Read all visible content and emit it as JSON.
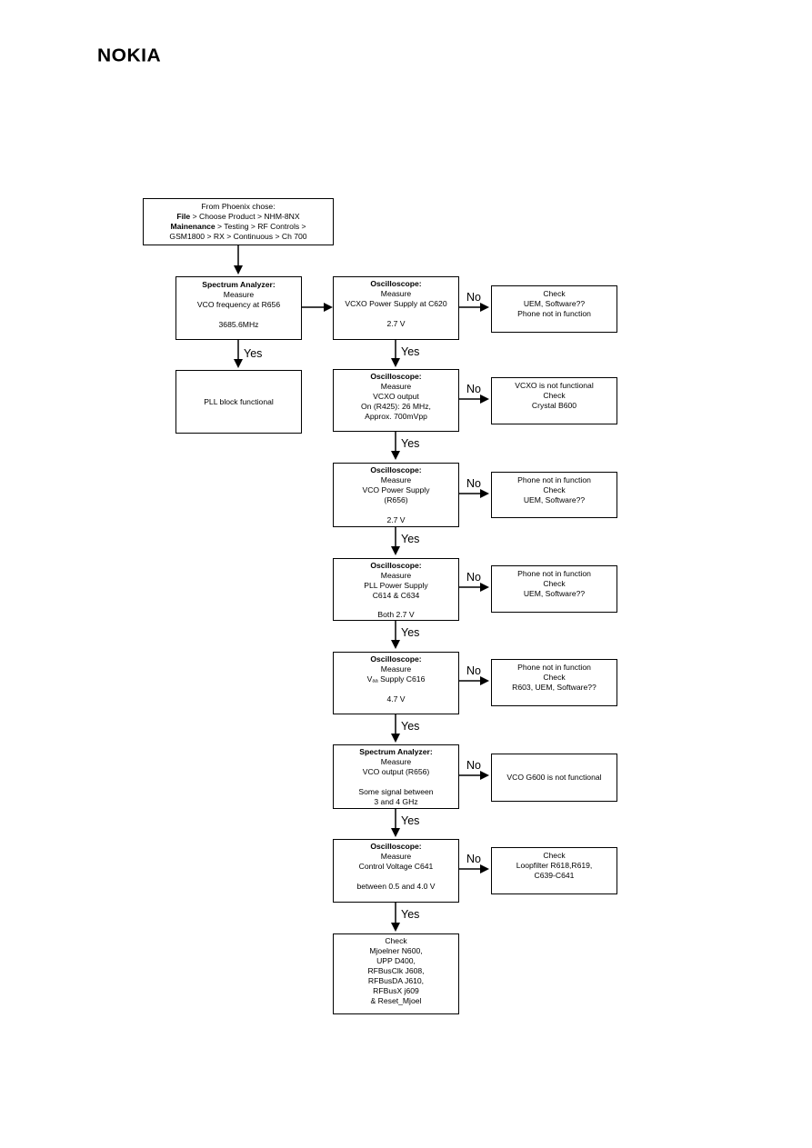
{
  "brand": "NOKIA",
  "start": {
    "line1": "From Phoenix chose:",
    "l2_bold": "File",
    "l2_rest": " > Choose Product > NHM-8NX",
    "l3_bold": "Mainenance",
    "l3_rest": " > Testing > RF Controls >",
    "line4": "GSM1800 > RX > Continuous > Ch 700"
  },
  "left": {
    "spectrum": {
      "title": "Spectrum Analyzer:",
      "l1": "Measure",
      "l2": "VCO frequency at R656",
      "value": "3685.6MHz"
    },
    "pll": {
      "text": "PLL block functional"
    }
  },
  "steps": [
    {
      "title": "Oscilloscope:",
      "lines": [
        "Measure",
        "VCXO Power Supply at C620"
      ],
      "value": "2.7 V",
      "fail": [
        "Check",
        "UEM, Software??",
        "Phone not in function"
      ]
    },
    {
      "title": "Oscilloscope:",
      "lines": [
        "Measure",
        "VCXO output",
        "On (R425): 26 MHz,",
        "Approx. 700mVpp"
      ],
      "value": "",
      "fail": [
        "VCXO is not functional",
        "Check",
        "Crystal B600"
      ]
    },
    {
      "title": "Oscilloscope:",
      "lines": [
        "Measure",
        "VCO Power Supply",
        "(R656)"
      ],
      "value": "2.7 V",
      "fail": [
        "Phone not in function",
        "Check",
        "UEM, Software??"
      ]
    },
    {
      "title": "Oscilloscope:",
      "lines": [
        "Measure",
        "PLL Power Supply",
        "C614 & C634"
      ],
      "value": "Both 2.7 V",
      "fail": [
        "Phone not in function",
        "Check",
        "UEM, Software??"
      ]
    },
    {
      "title": "Oscilloscope:",
      "lines": [
        "Measure",
        "Vₐₐ Supply C616"
      ],
      "value": "4.7 V",
      "fail": [
        "Phone not in function",
        "Check",
        "R603, UEM, Software??"
      ]
    },
    {
      "title": "Spectrum Analyzer:",
      "lines": [
        "Measure",
        "VCO output (R656)"
      ],
      "value": "Some signal between",
      "value2": "3 and 4 GHz",
      "fail": [
        "VCO G600 is not functional"
      ]
    },
    {
      "title": "Oscilloscope:",
      "lines": [
        "Measure",
        "Control Voltage C641"
      ],
      "value": "between 0.5 and 4.0 V",
      "fail": [
        "Check",
        "Loopfilter R618,R619,",
        "C639-C641"
      ]
    }
  ],
  "final": [
    "Check",
    "Mjoelner N600,",
    "UPP D400,",
    "RFBusClk J608,",
    "RFBusDA J610,",
    "RFBusX j609",
    "&  Reset_Mjoel"
  ],
  "labels": {
    "yes": "Yes",
    "no": "No"
  }
}
